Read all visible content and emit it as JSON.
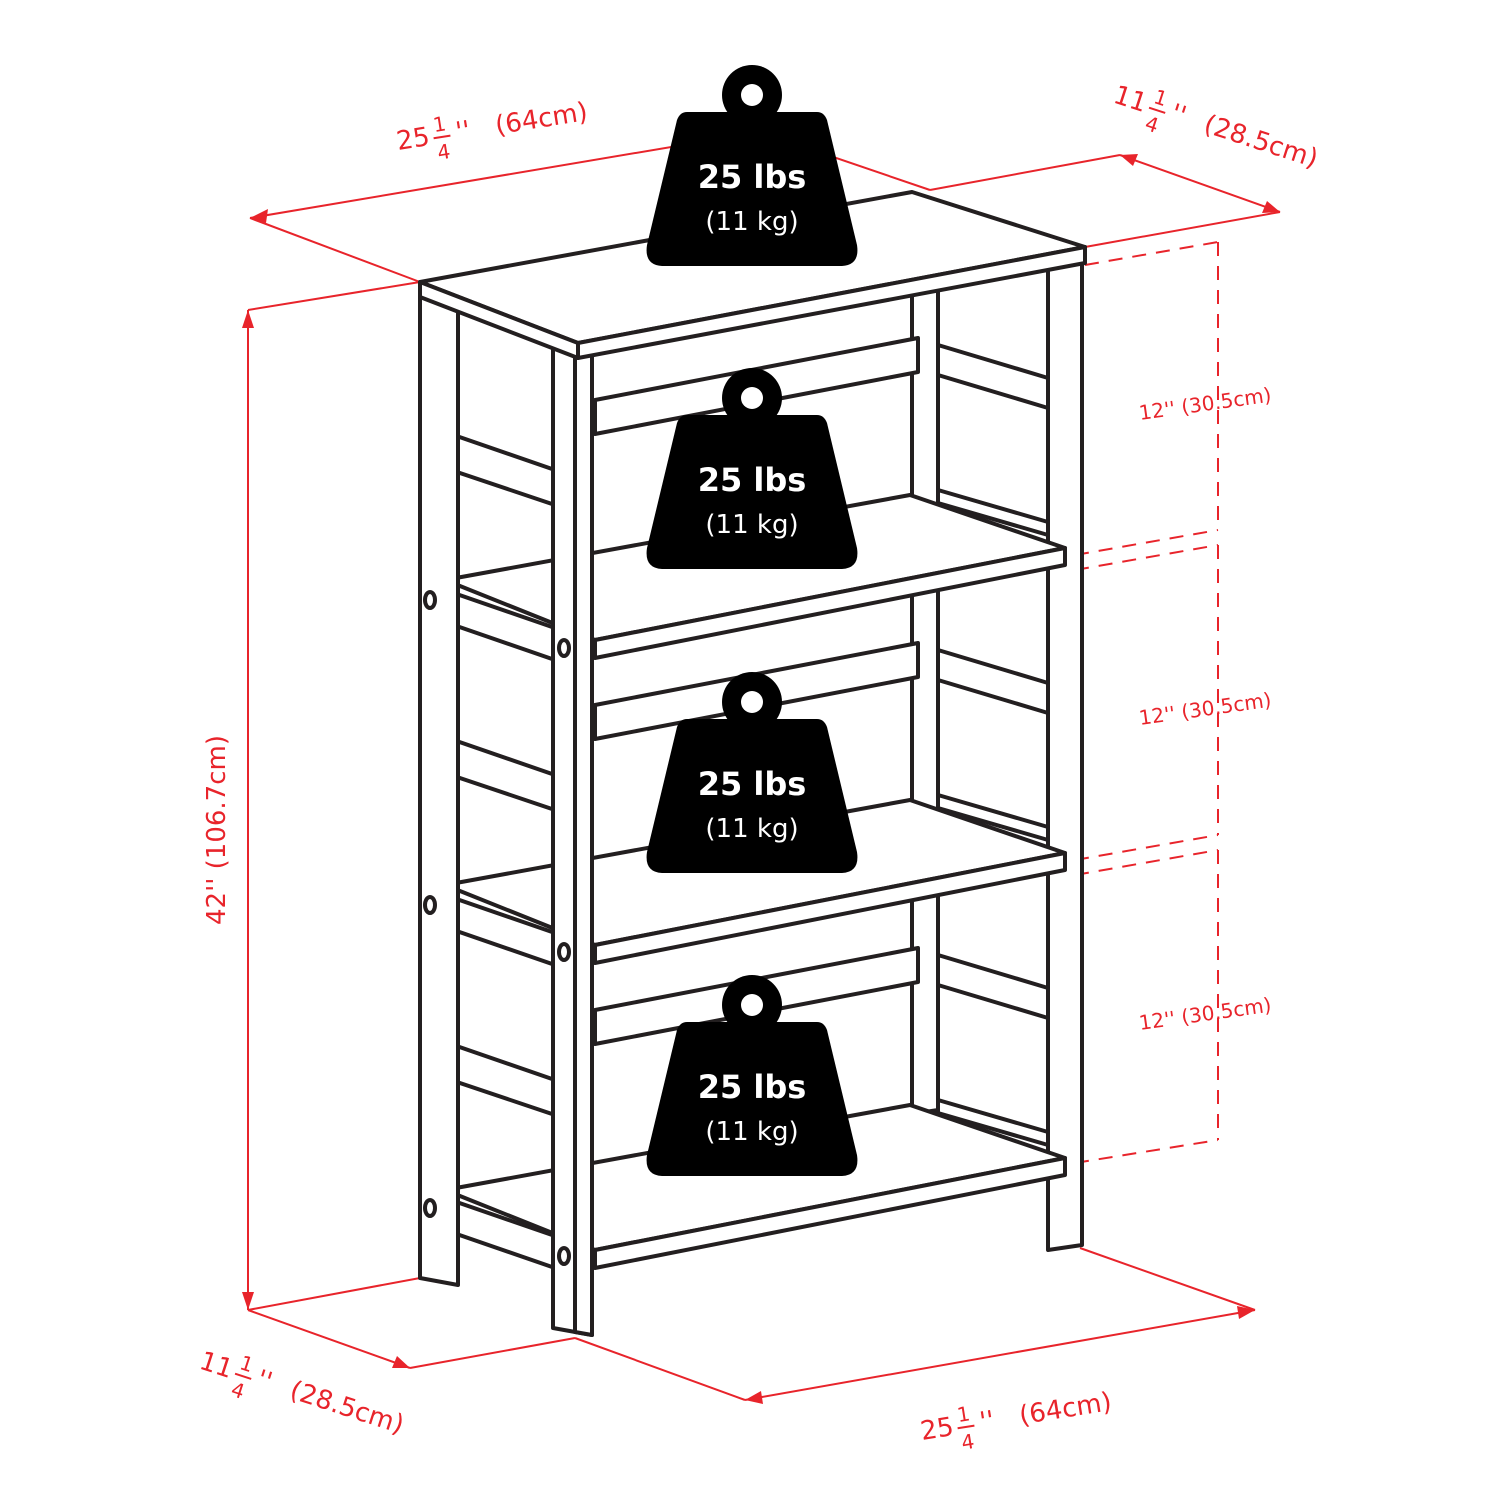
{
  "dimensions": {
    "top_width": {
      "whole": "25",
      "num": "1",
      "den": "4",
      "unit": "''",
      "metric": "(64cm)"
    },
    "top_depth": {
      "whole": "11",
      "num": "1",
      "den": "4",
      "unit": "''",
      "metric": "(28.5cm)"
    },
    "height": "42'' (106.7cm)",
    "bottom_depth": {
      "whole": "11",
      "num": "1",
      "den": "4",
      "unit": "''",
      "metric": "(28.5cm)"
    },
    "bottom_width": {
      "whole": "25",
      "num": "1",
      "den": "4",
      "unit": "''",
      "metric": "(64cm)"
    },
    "shelf_spacing": [
      "12'' (30.5cm)",
      "12'' (30.5cm)",
      "12'' (30.5cm)"
    ]
  },
  "weights": [
    {
      "lbs": "25 lbs",
      "kg": "(11 kg)"
    },
    {
      "lbs": "25 lbs",
      "kg": "(11 kg)"
    },
    {
      "lbs": "25 lbs",
      "kg": "(11 kg)"
    },
    {
      "lbs": "25 lbs",
      "kg": "(11 kg)"
    }
  ],
  "colors": {
    "dimension": "#e8242b",
    "outline": "#231f20",
    "weight": "#000000"
  }
}
